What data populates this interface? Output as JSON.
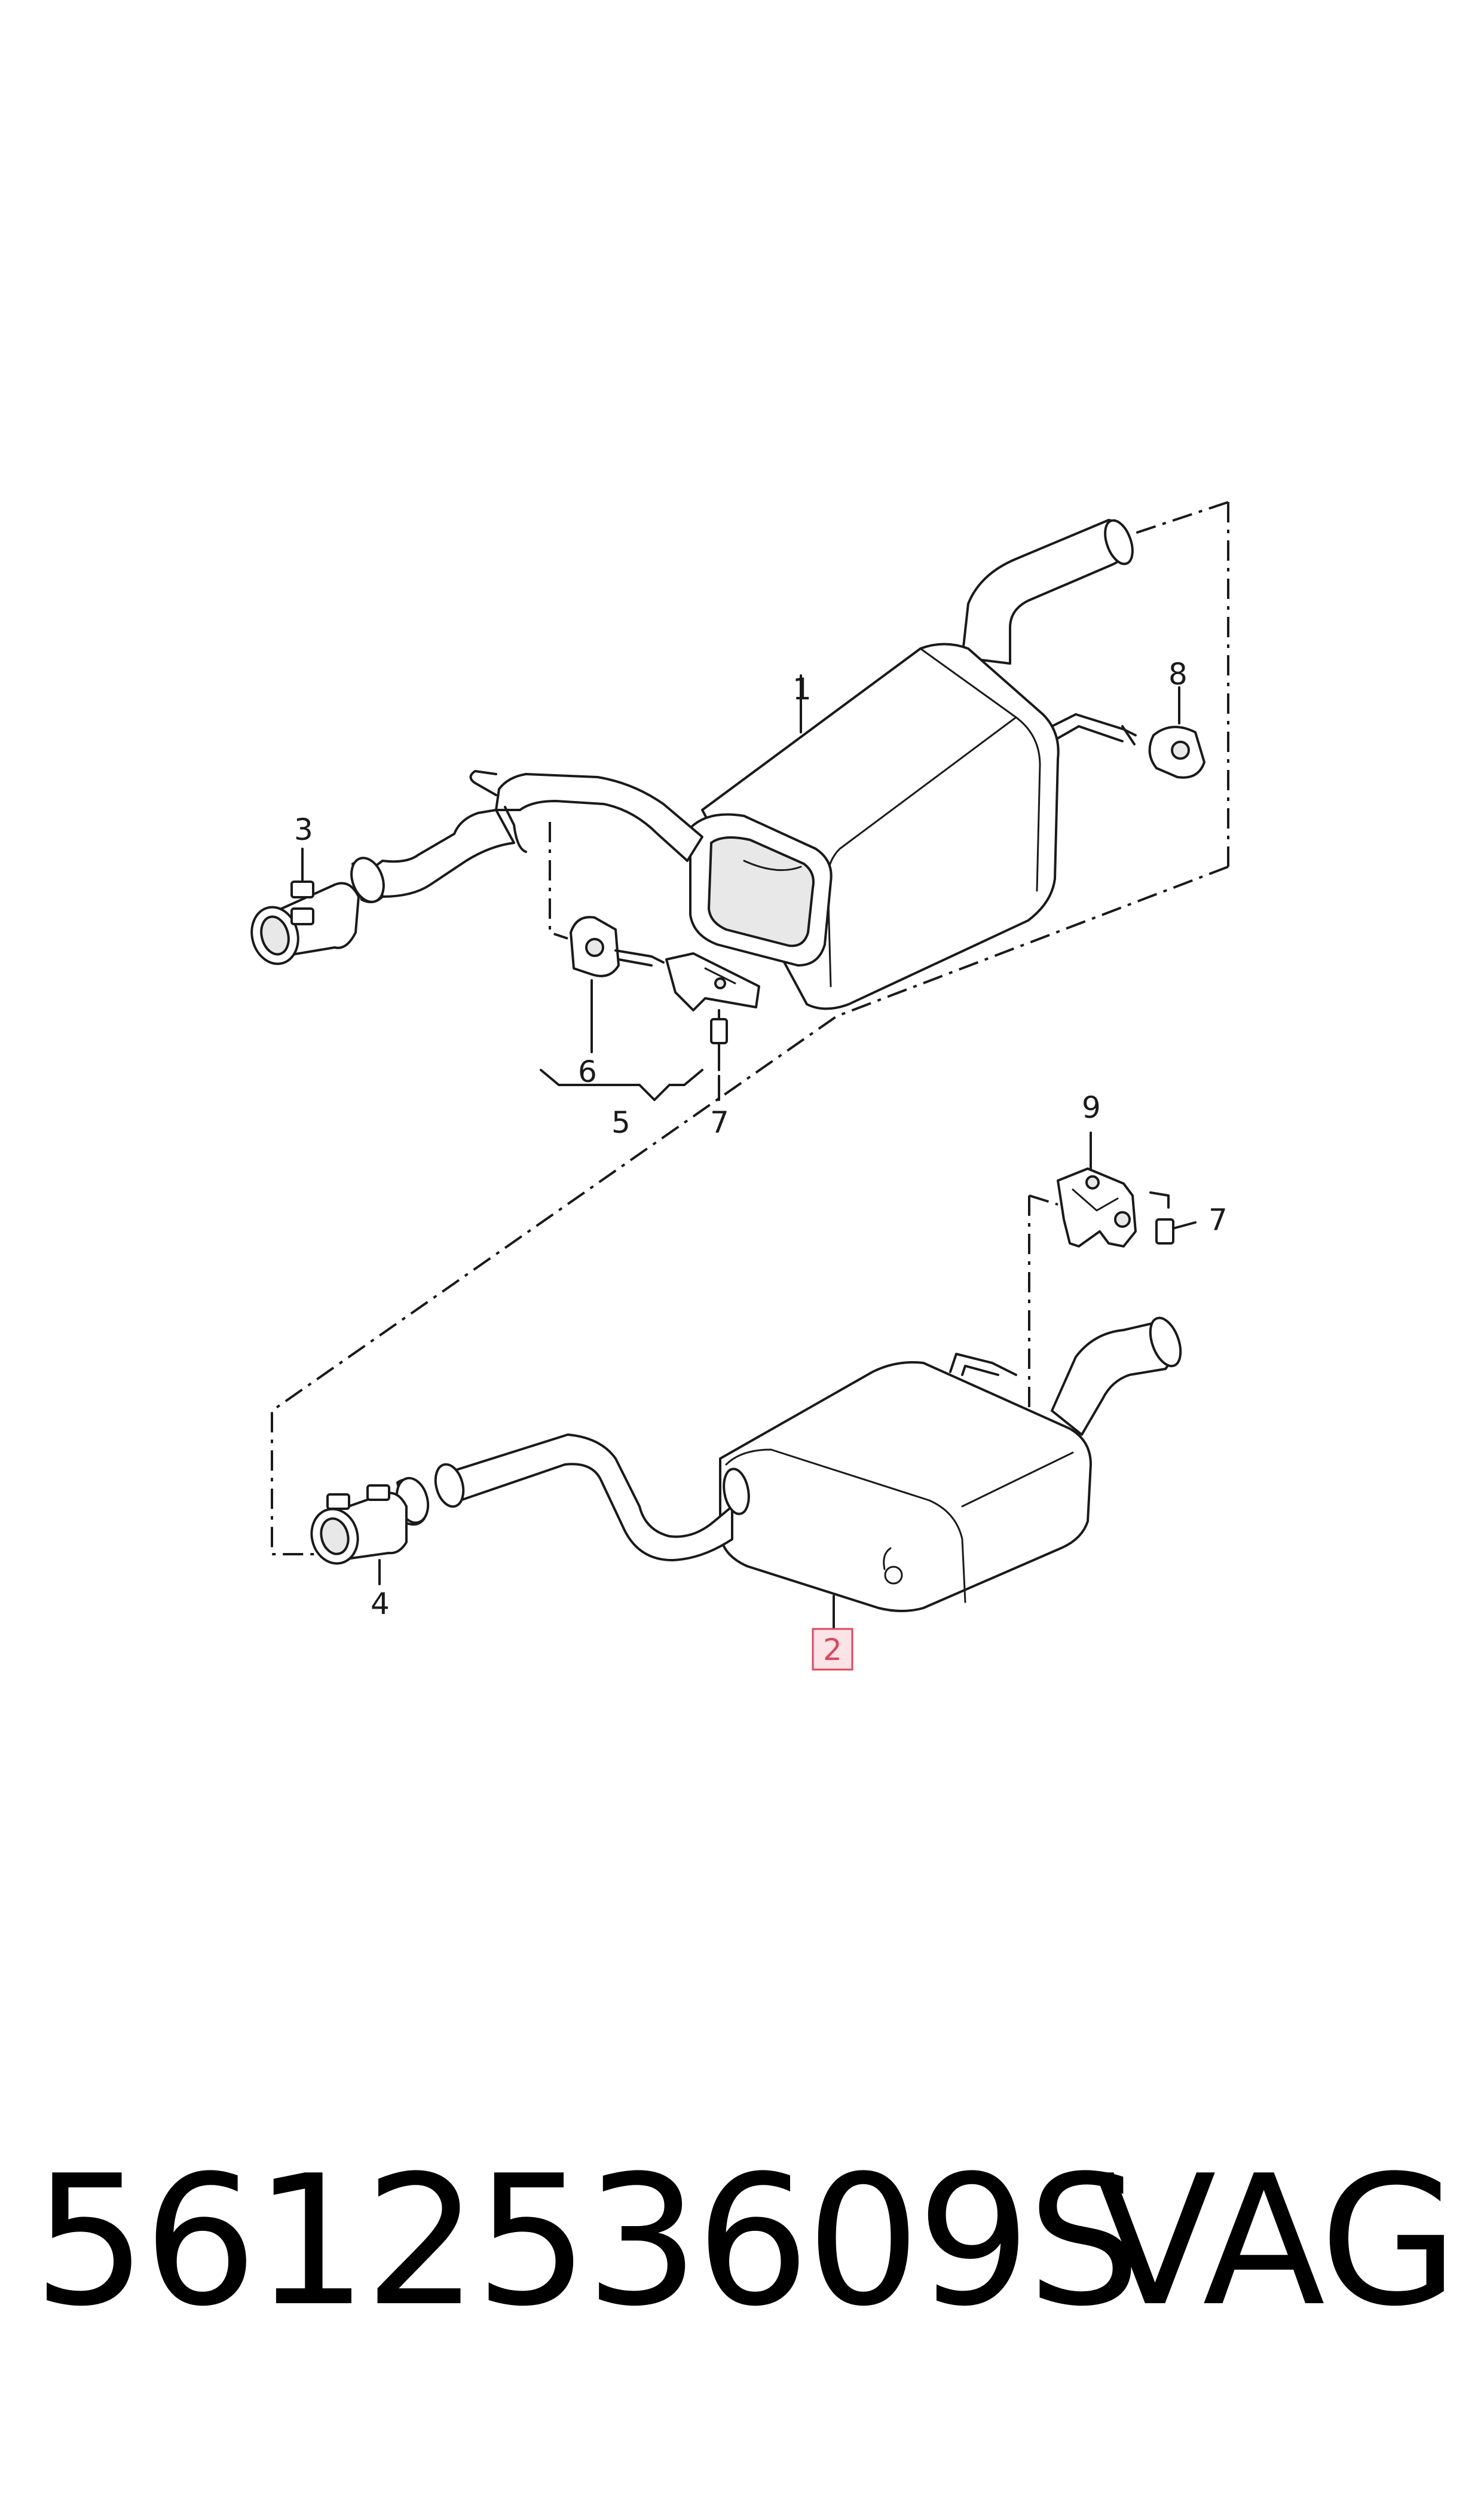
{
  "diagram": {
    "callouts": {
      "c1": "1",
      "c2": "2",
      "c3": "3",
      "c4": "4",
      "c5": "5",
      "c6": "6",
      "c7a": "7",
      "c7b": "7",
      "c8": "8",
      "c9": "9"
    },
    "highlighted_callout": "2",
    "highlight_color": "#d9485f"
  },
  "footer": {
    "part_number": "561253609S",
    "brand": "VAG"
  }
}
